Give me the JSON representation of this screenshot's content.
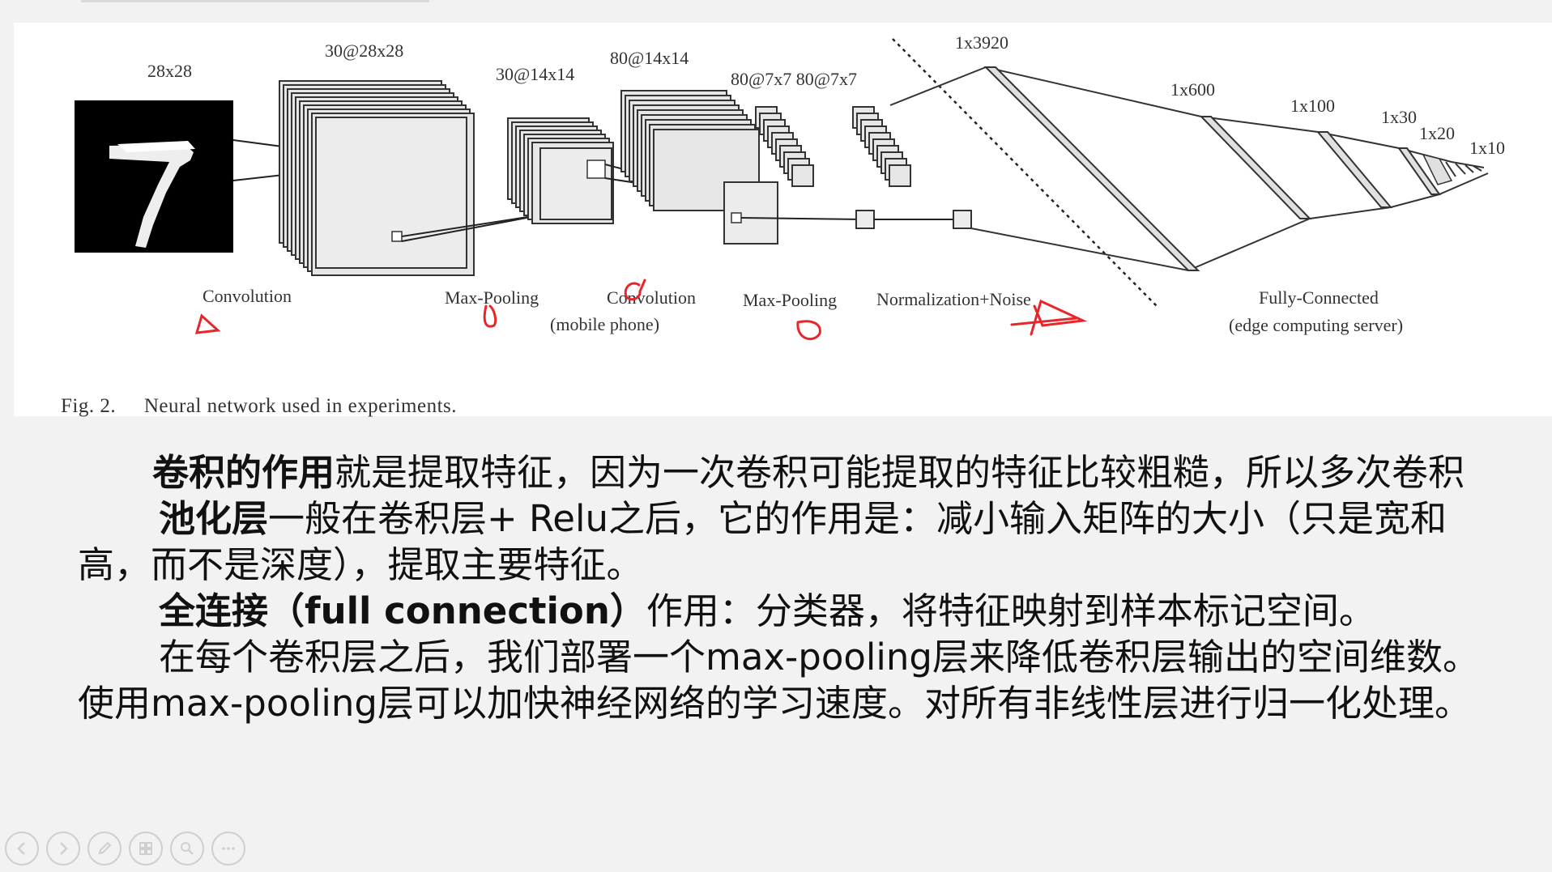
{
  "figure": {
    "caption_num": "Fig. 2.",
    "caption_text": "Neural network used in experiments.",
    "labels": {
      "input": "28x28",
      "conv1": "30@28x28",
      "pool1": "30@14x14",
      "conv2": "80@14x14",
      "pool2": "80@7x7 80@7x7",
      "fc1": "1x3920",
      "fc2": "1x600",
      "fc3": "1x100",
      "fc4": "1x30",
      "fc5": "1x20",
      "fc6": "1x10"
    },
    "bottom_labels": {
      "conv": "Convolution",
      "maxpool1": "Max-Pooling",
      "conv2": "Convolution",
      "mobile": "(mobile phone)",
      "maxpool2": "Max-Pooling",
      "norm": "Normalization+Noise",
      "fc": "Fully-Connected",
      "edge": "(edge computing server)"
    },
    "annotation_color": "#e8262a"
  },
  "body": {
    "p1_bold": "卷积的作用",
    "p1_text": "就是提取特征，因为一次卷积可能提取的特征比较粗糙，所以多次卷积",
    "p2_bold": "池化层",
    "p2_text": "一般在卷积层+ Relu之后，它的作用是：减小输入矩阵的大小（只是宽和高，而不是深度），提取主要特征。",
    "p3_bold": "全连接（full connection）",
    "p3_text": "作用：分类器，将特征映射到样本标记空间。",
    "p4_text": "在每个卷积层之后，我们部署一个max-pooling层来降低卷积层输出的空间维数。使用max-pooling层可以加快神经网络的学习速度。对所有非线性层进行归一化处理。"
  },
  "toolbar": {
    "buttons": [
      "prev-icon",
      "next-icon",
      "pen-icon",
      "slides-icon",
      "zoom-icon",
      "more-icon"
    ]
  }
}
